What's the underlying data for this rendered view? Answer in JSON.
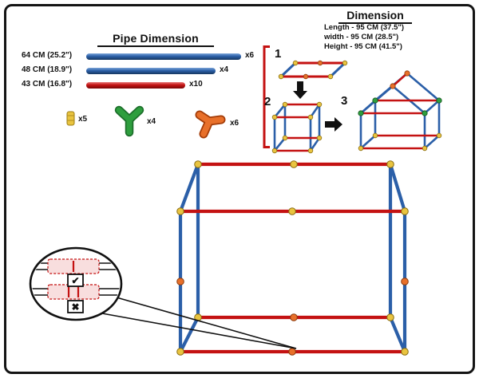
{
  "colors": {
    "blue": "#2b5fa8",
    "red": "#c41212",
    "yellow": "#e9c440",
    "green": "#2e9e3e",
    "orange": "#e8702a"
  },
  "pipe_panel": {
    "title": "Pipe Dimension",
    "pipes": [
      {
        "label": "64 CM (25.2\")",
        "qty": "x6"
      },
      {
        "label": "48 CM (18.9\")",
        "qty": "x4"
      },
      {
        "label": "43 CM (16.8\")",
        "qty": "x10"
      }
    ],
    "connectors": [
      {
        "name": "yellow-straight-connector",
        "qty": "x5"
      },
      {
        "name": "green-3-way-connector",
        "qty": "x4"
      },
      {
        "name": "orange-3-way-connector",
        "qty": "x6"
      }
    ]
  },
  "dimension_panel": {
    "title": "Dimension",
    "lines": [
      {
        "text": "Length - 95 CM (37.5\")"
      },
      {
        "text": "width - 95 CM (28.5\")"
      },
      {
        "text": "Height - 95 CM (41.5\")"
      }
    ]
  },
  "steps": [
    {
      "num": "1"
    },
    {
      "num": "2"
    },
    {
      "num": "3"
    }
  ],
  "callout": {
    "check": "✔",
    "cross": "✖"
  }
}
